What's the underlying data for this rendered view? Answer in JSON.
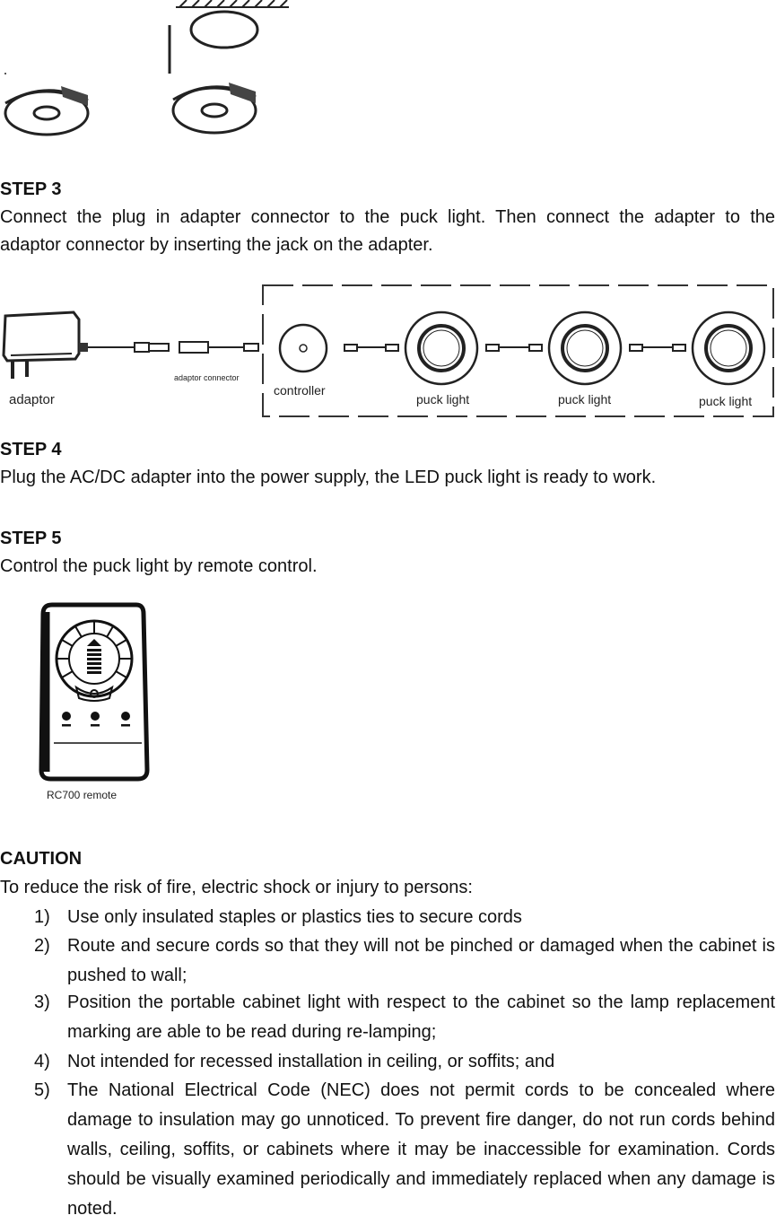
{
  "step3": {
    "title": "STEP 3",
    "line1": "Connect the plug in adapter connector to the puck light. Then connect the adapter to the",
    "line2": "adaptor connector by inserting the jack on the adapter."
  },
  "wiring_diagram": {
    "adaptor_label": "adaptor",
    "adaptor_connector_label": "adaptor connector",
    "controller_label": "controller",
    "puck_labels": [
      "puck light",
      "puck light",
      "puck light"
    ]
  },
  "step4": {
    "title": "STEP 4",
    "text": "Plug the AC/DC adapter into the power supply, the LED puck light is ready to work."
  },
  "step5": {
    "title": "STEP 5",
    "text": "Control the puck light by remote control."
  },
  "remote": {
    "label": "RC700 remote"
  },
  "caution": {
    "title": "CAUTION",
    "intro": "To reduce the risk of fire, electric shock or injury to persons:",
    "items": [
      {
        "num": "1)",
        "text": "Use only insulated staples or plastics ties to secure cords"
      },
      {
        "num": "2)",
        "text": "Route and secure cords so that they will not be pinched or damaged when the cabinet is pushed to wall;"
      },
      {
        "num": "3)",
        "text": "Position the portable cabinet light with respect to the cabinet so the lamp replacement marking are able to be read during re-lamping;"
      },
      {
        "num": "4)",
        "text": "Not intended for recessed installation in ceiling, or soffits; and"
      },
      {
        "num": "5)",
        "text": "The National Electrical Code (NEC) does not permit cords to be concealed where damage to insulation may go unnoticed. To prevent fire danger, do not run cords behind walls, ceiling, soffits, or cabinets where it may be inaccessible for examination. Cords should be visually examined periodically and immediately replaced when any damage is noted."
      }
    ]
  }
}
